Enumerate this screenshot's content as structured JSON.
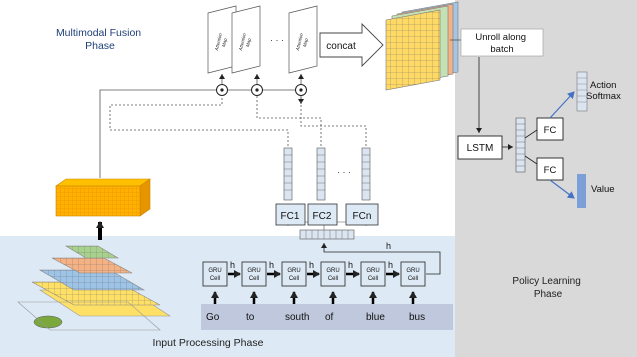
{
  "phases": {
    "multimodal_fusion": [
      "Multimodal Fusion",
      "Phase"
    ],
    "input_processing": "Input Processing Phase",
    "policy_learning": [
      "Policy Learning",
      "Phase"
    ]
  },
  "attention_map_label": [
    "Attention",
    "Map"
  ],
  "ellipsis": "· · ·",
  "concat_label": "concat",
  "unroll_label": [
    "Unroll along",
    "batch"
  ],
  "lstm_label": "LSTM",
  "fc_label": "FC",
  "fc_heads": [
    "FC1",
    "FC2",
    "FCn"
  ],
  "action_label": "Action",
  "softmax_label": "Softmax",
  "value_label": "Value",
  "gru_cell_label": [
    "GRU",
    "Cell"
  ],
  "hidden_label": "h",
  "words": [
    "Go",
    "to",
    "south",
    "of",
    "blue",
    "bus"
  ],
  "colors": {
    "policy_bg": "#d9d9d9",
    "input_bg": "#dde9f5",
    "fusion_title": "#1f3f77",
    "feature_orange": "#ffb000",
    "vector_fill": "#dbe5f1",
    "value_bar": "#7b9fd6",
    "word_bg": "#bfc8dc"
  }
}
